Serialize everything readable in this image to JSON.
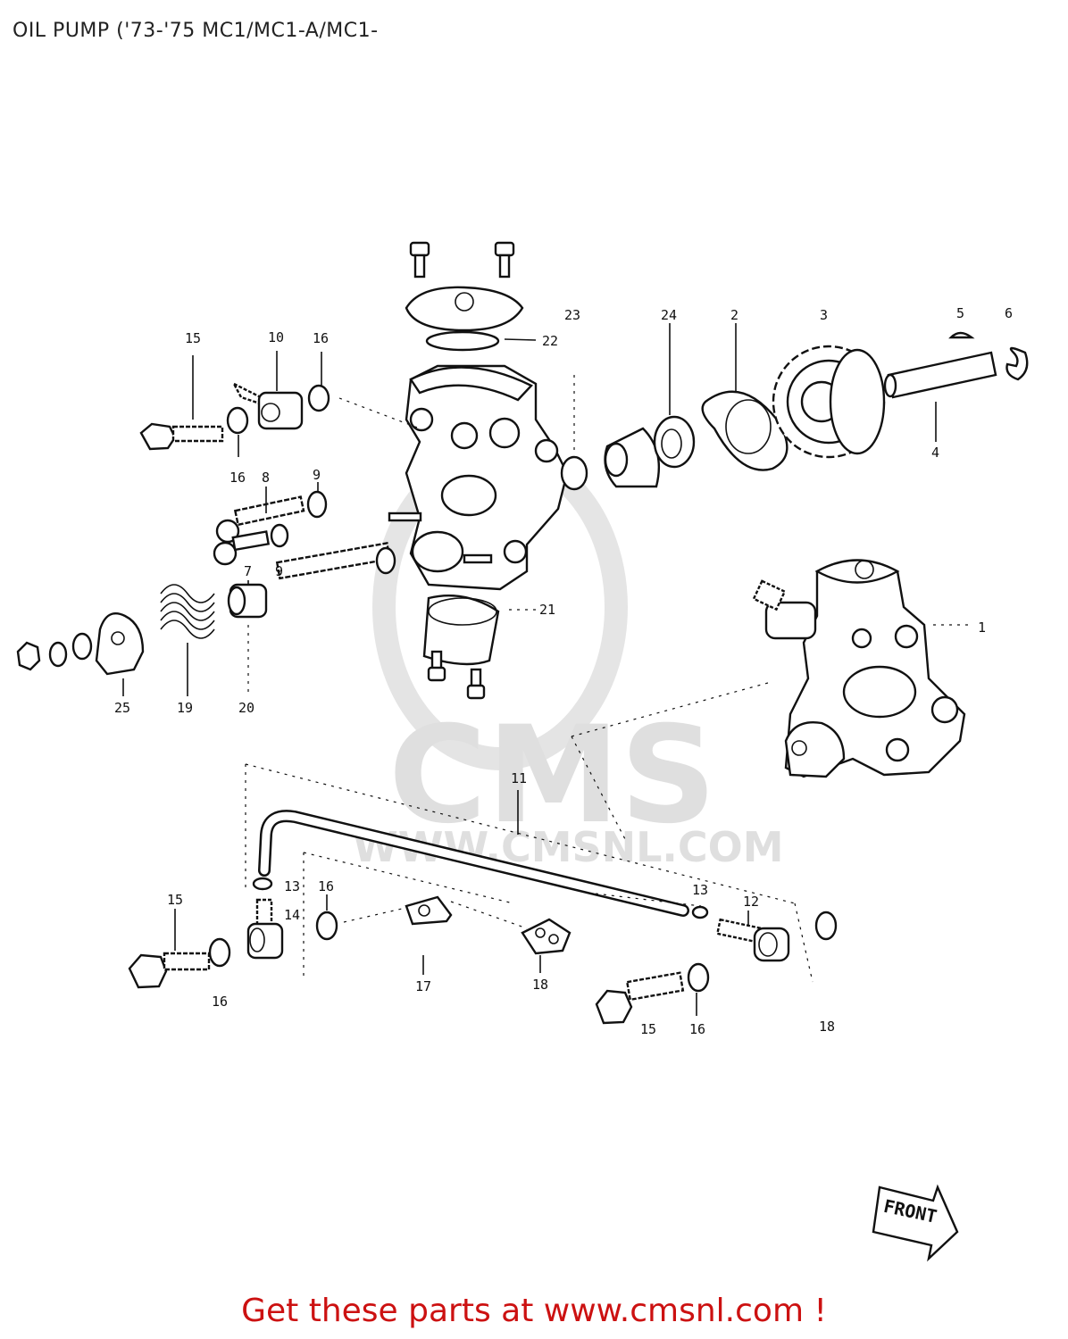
{
  "title": "OIL PUMP ('73-'75 MC1/MC1-A/MC1-",
  "footer": "Get these parts at www.cmsnl.com !",
  "watermark": {
    "logo": "CMS",
    "url": "WWW.CMSNL.COM"
  },
  "direction_tag": "FRONT",
  "callouts": {
    "c1": "1",
    "c2": "2",
    "c3": "3",
    "c4": "4",
    "c5": "5",
    "c6": "6",
    "c7": "7",
    "c8": "8",
    "c9a": "9",
    "c9b": "9",
    "c10": "10",
    "c11": "11",
    "c12": "12",
    "c13a": "13",
    "c13b": "13",
    "c14": "14",
    "c15a": "15",
    "c15b": "15",
    "c15c": "15",
    "c16a": "16",
    "c16b": "16",
    "c16c": "16",
    "c16d": "16",
    "c16e": "16",
    "c17": "17",
    "c18a": "18",
    "c18b": "18",
    "c19": "19",
    "c20": "20",
    "c21": "21",
    "c22": "22",
    "c23": "23",
    "c24": "24",
    "c25": "25"
  }
}
